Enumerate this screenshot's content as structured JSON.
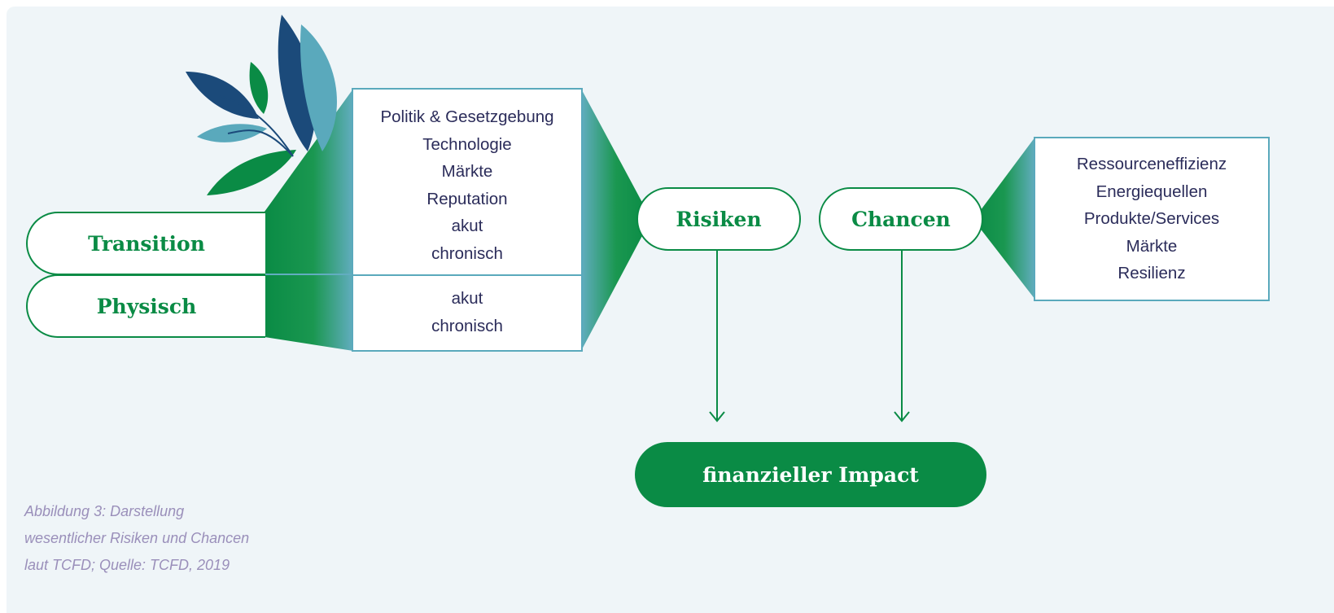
{
  "diagram": {
    "left_categories": [
      {
        "label": "Transition"
      },
      {
        "label": "Physisch"
      }
    ],
    "transition_items": [
      "Politik & Gesetzgebung",
      "Technologie",
      "Märkte",
      "Reputation",
      "akut",
      "chronisch"
    ],
    "physical_items": [
      "akut",
      "chronisch"
    ],
    "risks_label": "Risiken",
    "opportunities_label": "Chancen",
    "opportunity_items": [
      "Ressourceneffizienz",
      "Energiequellen",
      "Produkte/Services",
      "Märkte",
      "Resilienz"
    ],
    "impact_label": "finanzieller Impact"
  },
  "caption": {
    "lines": [
      "Abbildung 3: Darstellung",
      "wesentlicher Risiken und Chancen",
      "laut TCFD; Quelle: TCFD, 2019"
    ]
  },
  "colors": {
    "green": "#0a8b45",
    "teal": "#5aa9bc",
    "navy": "#1b4a7a",
    "text": "#2b2c5a",
    "caption": "#9a8fba",
    "background": "#eff5f8"
  }
}
